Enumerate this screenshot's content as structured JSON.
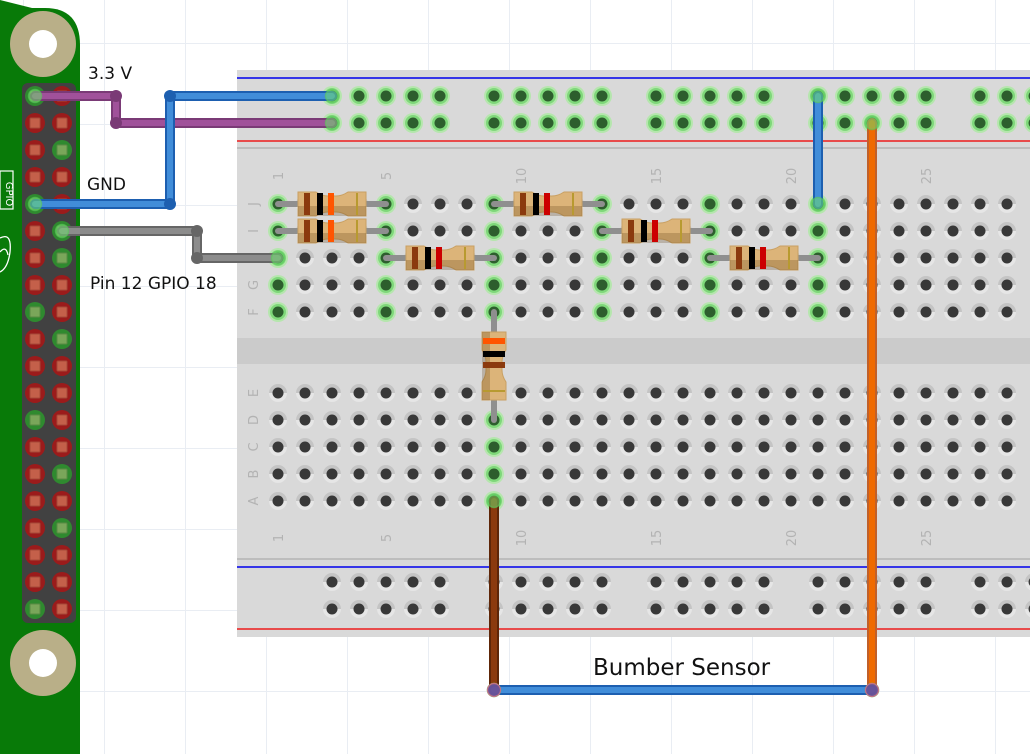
{
  "title": "Fritzing breadboard view - Raspberry Pi GPIO bumper sensor circuit",
  "labels": {
    "v33": "3.3 V",
    "gnd": "GND",
    "gpio": "Pin 12 GPIO 18",
    "sensor": "Bumber Sensor",
    "header_silk": "GPIO"
  },
  "breadboard": {
    "column_numbers": [
      "1",
      "5",
      "10",
      "15",
      "20",
      "25"
    ],
    "rows_top": [
      "J",
      "I",
      "H",
      "G",
      "F"
    ],
    "rows_bottom": [
      "E",
      "D",
      "C",
      "B",
      "A"
    ],
    "highlighted_columns_top": [
      1,
      5,
      9,
      13,
      17,
      21
    ],
    "highlighted_columns_bottom": [
      9
    ]
  },
  "header_pins": [
    [
      "green",
      "red"
    ],
    [
      "red",
      "red"
    ],
    [
      "red",
      "green"
    ],
    [
      "red",
      "red"
    ],
    [
      "green",
      "red"
    ],
    [
      "red",
      "green"
    ],
    [
      "red",
      "green"
    ],
    [
      "red",
      "red"
    ],
    [
      "green",
      "red"
    ],
    [
      "red",
      "green"
    ],
    [
      "red",
      "red"
    ],
    [
      "red",
      "red"
    ],
    [
      "green",
      "red"
    ],
    [
      "red",
      "red"
    ],
    [
      "red",
      "green"
    ],
    [
      "red",
      "red"
    ],
    [
      "red",
      "green"
    ],
    [
      "red",
      "red"
    ],
    [
      "red",
      "red"
    ],
    [
      "green",
      "red"
    ]
  ],
  "resistors": [
    {
      "name": "resistor-r1",
      "row": "J",
      "from_col": 1,
      "to_col": 5,
      "bands": [
        "#8b3a0e",
        "#000000",
        "#ff5500"
      ]
    },
    {
      "name": "resistor-r2",
      "row": "I",
      "from_col": 1,
      "to_col": 5,
      "bands": [
        "#8b3a0e",
        "#000000",
        "#ff5500"
      ]
    },
    {
      "name": "resistor-r3",
      "row": "H",
      "from_col": 5,
      "to_col": 9,
      "bands": [
        "#8b3a0e",
        "#000000",
        "#cc0000"
      ]
    },
    {
      "name": "resistor-r4",
      "row": "J",
      "from_col": 9,
      "to_col": 13,
      "bands": [
        "#8b3a0e",
        "#000000",
        "#cc0000"
      ]
    },
    {
      "name": "resistor-r5",
      "row": "I",
      "from_col": 13,
      "to_col": 17,
      "bands": [
        "#8b3a0e",
        "#000000",
        "#cc0000"
      ]
    },
    {
      "name": "resistor-r6",
      "row": "H",
      "from_col": 17,
      "to_col": 21,
      "bands": [
        "#8b3a0e",
        "#000000",
        "#cc0000"
      ]
    },
    {
      "name": "resistor-r7",
      "vertical": true,
      "col": 9,
      "from_row": "F",
      "to_row": "D",
      "bands": [
        "#ff5500",
        "#000000",
        "#8b3a0e"
      ]
    }
  ],
  "wires": [
    {
      "name": "wire-3v3",
      "color": "#a0519a",
      "dark": "#7a3a76"
    },
    {
      "name": "wire-gnd",
      "color": "#418dd9",
      "dark": "#1d5fb0"
    },
    {
      "name": "wire-gpio18",
      "color": "#8c8c8c",
      "dark": "#666666"
    },
    {
      "name": "wire-rail-jumper",
      "color": "#418dd9",
      "dark": "#1d5fb0"
    },
    {
      "name": "wire-sensor-orange",
      "color": "#ef6a00",
      "dark": "#c0602a"
    },
    {
      "name": "wire-sensor-brown",
      "color": "#8b3a0e",
      "dark": "#5e2608"
    },
    {
      "name": "wire-sensor-blue",
      "color": "#418dd9",
      "dark": "#1d5fb0"
    }
  ],
  "colors": {
    "pcb": "#087a08",
    "board": "#d9d9d9",
    "rail_blue": "#0000ee",
    "rail_red": "#ee1c1c",
    "hole_hi": "#2d6a2d",
    "hole": "#3a3a3a"
  }
}
